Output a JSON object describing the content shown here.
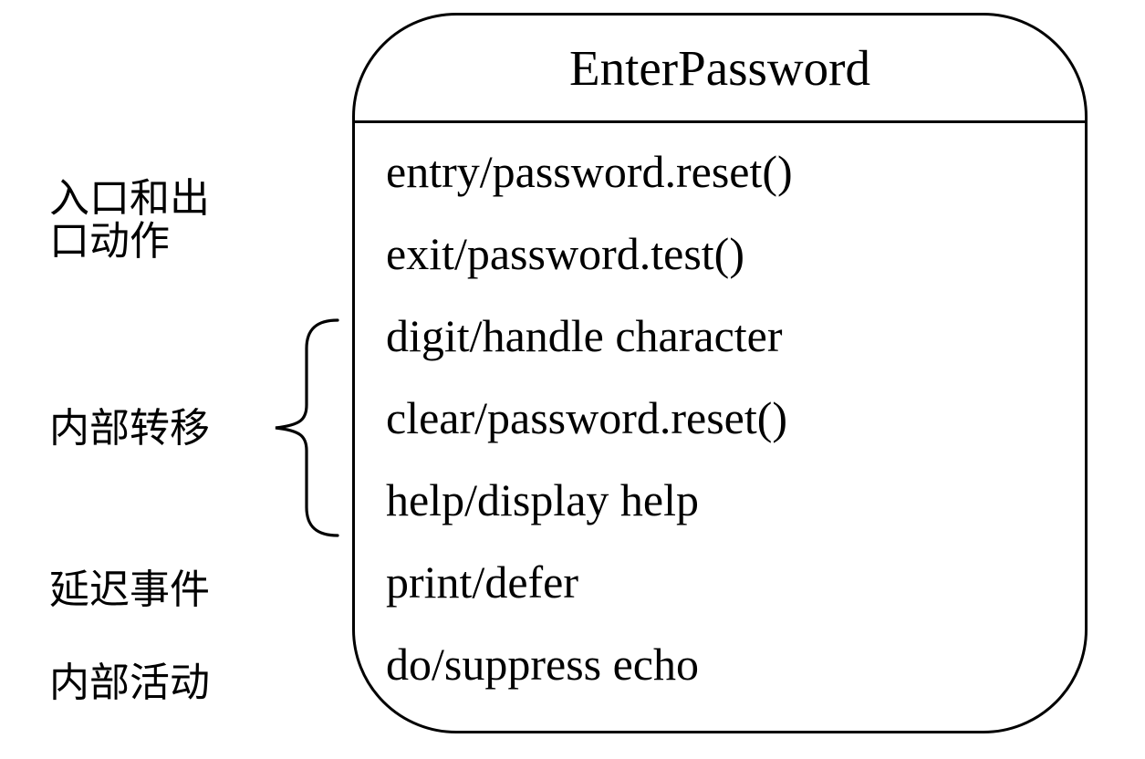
{
  "colors": {
    "ink": "#000000",
    "background": "#ffffff"
  },
  "state_box": {
    "title": "EnterPassword",
    "internal_behaviors": [
      "entry/password.reset()",
      "exit/password.test()",
      "digit/handle character",
      "clear/password.reset()",
      "help/display help",
      "print/defer",
      "do/suppress echo"
    ]
  },
  "annotations": {
    "entry_exit_label_line1": "入口和出",
    "entry_exit_label_line2": "口动作",
    "internal_transitions_label": "内部转移",
    "deferred_events_label": "延迟事件",
    "internal_activities_label": "内部活动"
  }
}
